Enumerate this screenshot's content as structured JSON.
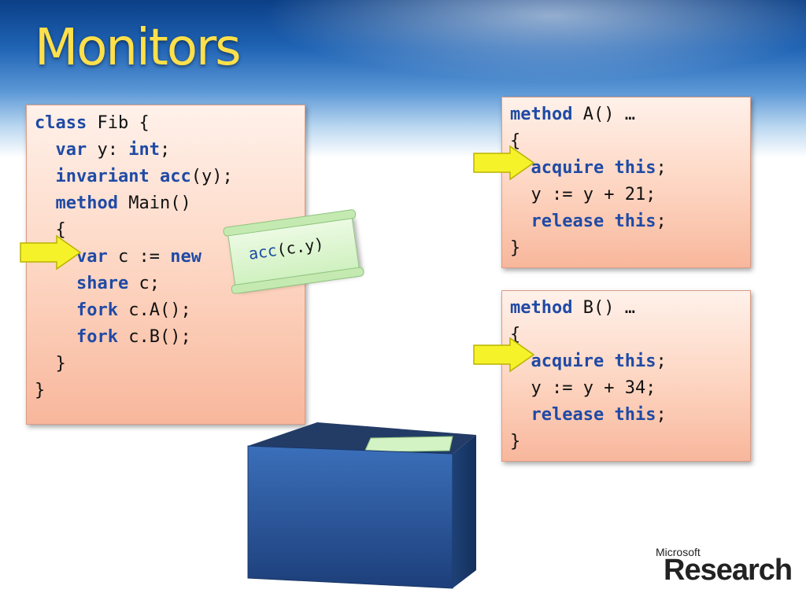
{
  "slide": {
    "title": "Monitors"
  },
  "main_panel": {
    "lines": [
      [
        {
          "t": "class",
          "k": true
        },
        {
          "t": " Fib {"
        }
      ],
      [
        {
          "t": "  "
        },
        {
          "t": "var",
          "k": true
        },
        {
          "t": " y: "
        },
        {
          "t": "int",
          "k": true
        },
        {
          "t": ";"
        }
      ],
      [
        {
          "t": "  "
        },
        {
          "t": "invariant",
          "k": true
        },
        {
          "t": " "
        },
        {
          "t": "acc",
          "k": true
        },
        {
          "t": "(y);"
        }
      ],
      [
        {
          "t": "  "
        },
        {
          "t": "method",
          "k": true
        },
        {
          "t": " Main()"
        }
      ],
      [
        {
          "t": "  {"
        }
      ],
      [
        {
          "t": "    "
        },
        {
          "t": "var",
          "k": true
        },
        {
          "t": " c := "
        },
        {
          "t": "new",
          "k": true
        }
      ],
      [
        {
          "t": "    "
        },
        {
          "t": "share",
          "k": true
        },
        {
          "t": " c;"
        }
      ],
      [
        {
          "t": "    "
        },
        {
          "t": "fork",
          "k": true
        },
        {
          "t": " c.A();"
        }
      ],
      [
        {
          "t": "    "
        },
        {
          "t": "fork",
          "k": true
        },
        {
          "t": " c.B();"
        }
      ],
      [
        {
          "t": "  }"
        }
      ],
      [
        {
          "t": "}"
        }
      ]
    ]
  },
  "method_a_panel": {
    "lines": [
      [
        {
          "t": "method",
          "k": true
        },
        {
          "t": " A() …"
        }
      ],
      [
        {
          "t": "{"
        }
      ],
      [
        {
          "t": "  "
        },
        {
          "t": "acquire",
          "k": true
        },
        {
          "t": " "
        },
        {
          "t": "this",
          "k": true
        },
        {
          "t": ";"
        }
      ],
      [
        {
          "t": "  y := y + 21;"
        }
      ],
      [
        {
          "t": "  "
        },
        {
          "t": "release",
          "k": true
        },
        {
          "t": " "
        },
        {
          "t": "this",
          "k": true
        },
        {
          "t": ";"
        }
      ],
      [
        {
          "t": "}"
        }
      ]
    ]
  },
  "method_b_panel": {
    "lines": [
      [
        {
          "t": "method",
          "k": true
        },
        {
          "t": " B() …"
        }
      ],
      [
        {
          "t": "{"
        }
      ],
      [
        {
          "t": "  "
        },
        {
          "t": "acquire",
          "k": true
        },
        {
          "t": " "
        },
        {
          "t": "this",
          "k": true
        },
        {
          "t": ";"
        }
      ],
      [
        {
          "t": "  y := y + 34;"
        }
      ],
      [
        {
          "t": "  "
        },
        {
          "t": "release",
          "k": true
        },
        {
          "t": " "
        },
        {
          "t": "this",
          "k": true
        },
        {
          "t": ";"
        }
      ],
      [
        {
          "t": "}"
        }
      ]
    ]
  },
  "scroll_note": {
    "fn": "acc",
    "arg": "(c.y)"
  },
  "logo": {
    "microsoft": "Microsoft",
    "research": "Research"
  },
  "icons": {
    "arrow": "arrow-right-icon",
    "monitor_box": "monitor-box-icon"
  },
  "colors": {
    "title": "#ffe04a",
    "keyword": "#1f4aa5",
    "panel_top": "#fff1ea",
    "panel_bottom": "#f8b79c",
    "arrow": "#f6f22a",
    "box": "#2f5fa8",
    "note": "#cdf0bd"
  }
}
